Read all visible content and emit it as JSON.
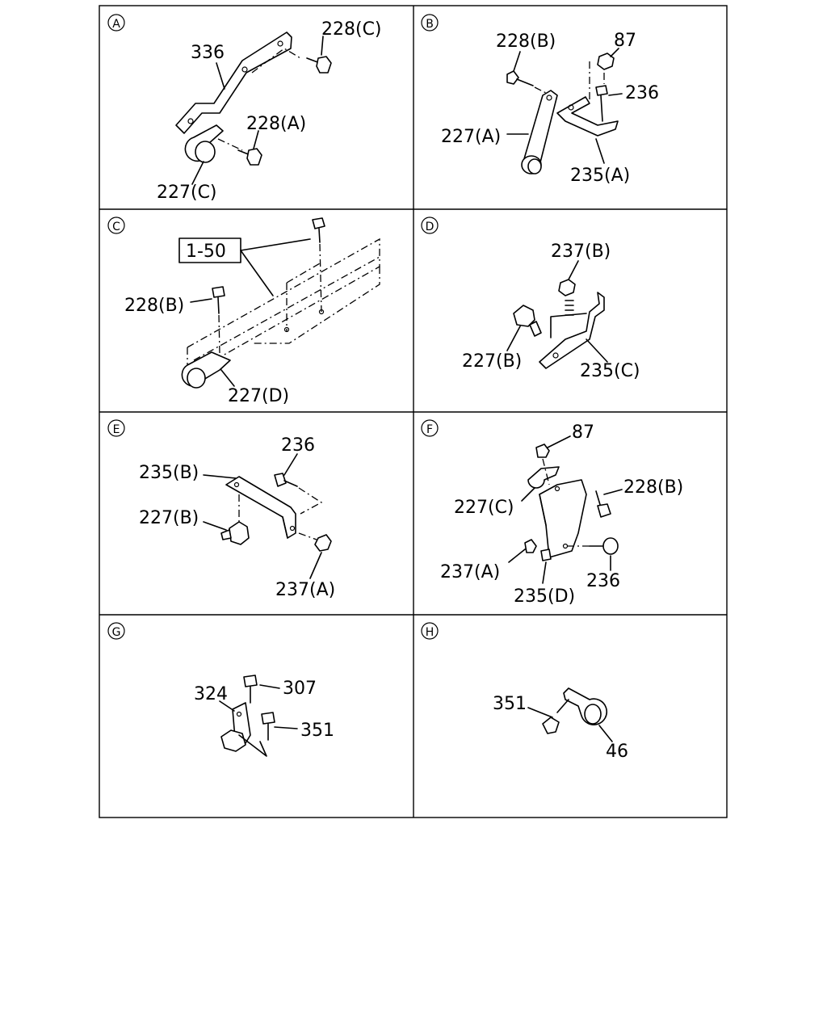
{
  "panels": [
    {
      "id": "A",
      "labels": [
        "336",
        "228(C)",
        "228(A)",
        "227(C)"
      ]
    },
    {
      "id": "B",
      "labels": [
        "228(B)",
        "87",
        "236",
        "227(A)",
        "235(A)"
      ]
    },
    {
      "id": "C",
      "labels": [
        "1-50",
        "228(B)",
        "227(D)"
      ]
    },
    {
      "id": "D",
      "labels": [
        "237(B)",
        "227(B)",
        "235(C)"
      ]
    },
    {
      "id": "E",
      "labels": [
        "236",
        "235(B)",
        "227(B)",
        "237(A)"
      ]
    },
    {
      "id": "F",
      "labels": [
        "87",
        "227(C)",
        "228(B)",
        "237(A)",
        "236",
        "235(D)"
      ]
    },
    {
      "id": "G",
      "labels": [
        "324",
        "307",
        "351"
      ]
    },
    {
      "id": "H",
      "labels": [
        "351",
        "46"
      ]
    }
  ]
}
